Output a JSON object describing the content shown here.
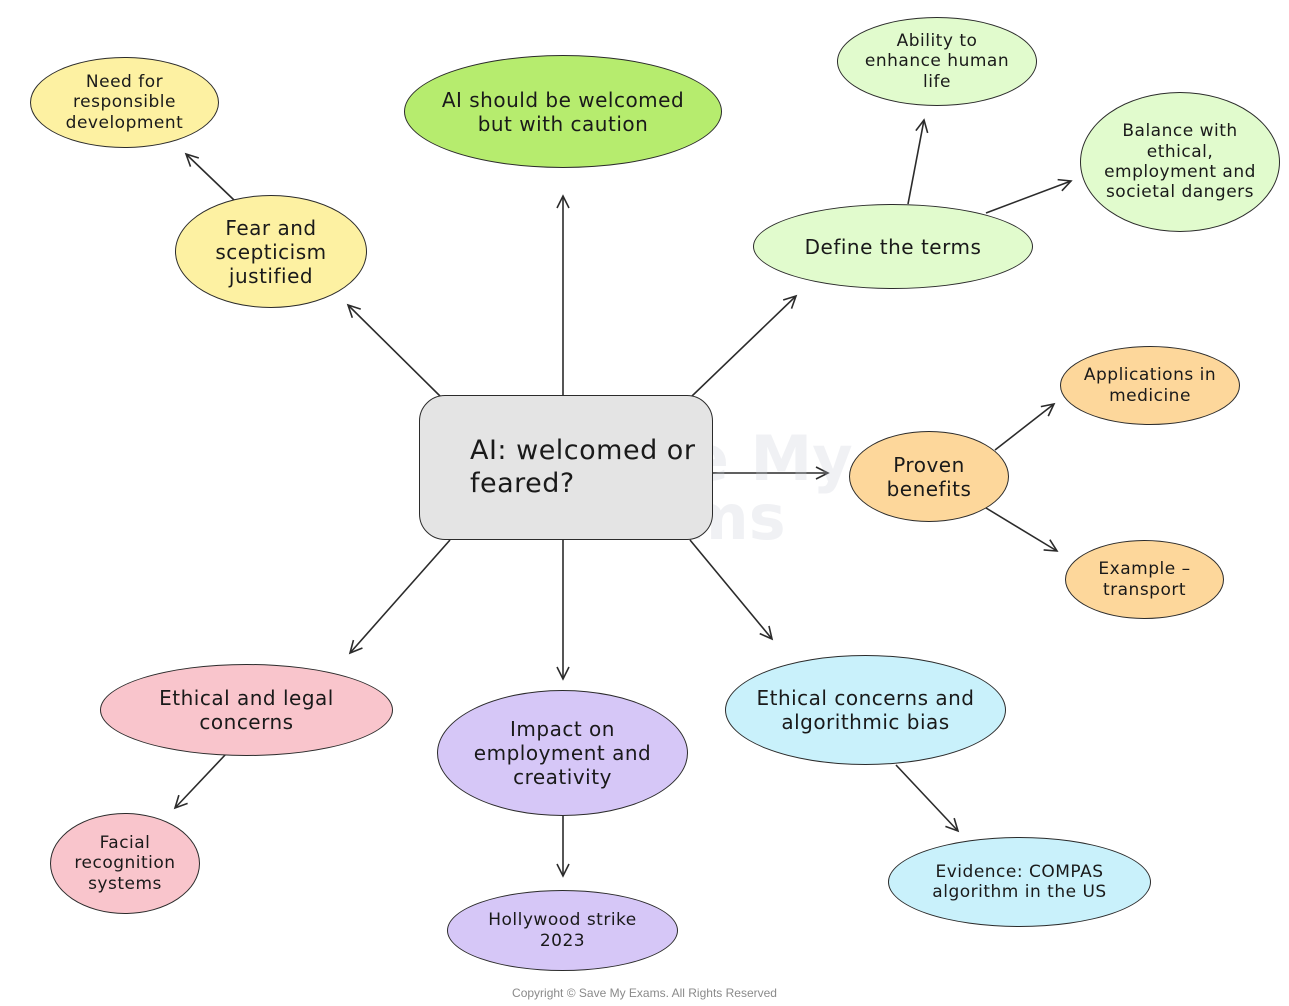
{
  "diagram": {
    "center": "AI: welcomed or feared?",
    "nodes": {
      "welcomed_caution": "AI should be welcomed but with caution",
      "fear": "Fear and scepticism justified",
      "responsible": "Need for responsible development",
      "define": "Define the terms",
      "enhance": "Ability to enhance human life",
      "balance": "Balance with ethical, employment and societal dangers",
      "proven": "Proven benefits",
      "medicine": "Applications in medicine",
      "transport": "Example – transport",
      "ethical_legal": "Ethical and legal concerns",
      "facial": "Facial recognition systems",
      "impact": "Impact on employment and creativity",
      "hollywood": "Hollywood strike 2023",
      "bias": "Ethical concerns and algorithmic bias",
      "compas": "Evidence: COMPAS algorithm in the US"
    },
    "colors": {
      "center": "#e4e4e4",
      "yellow": "#fdf1a2",
      "green": "#b6ec6e",
      "light_green": "#e1fbcd",
      "orange": "#fdd79b",
      "pink": "#f9c5cc",
      "purple": "#d6c7f7",
      "cyan": "#c9f1fb"
    }
  },
  "watermark": [
    "Save My",
    "Exams"
  ],
  "footer": "Copyright © Save My Exams. All Rights Reserved"
}
